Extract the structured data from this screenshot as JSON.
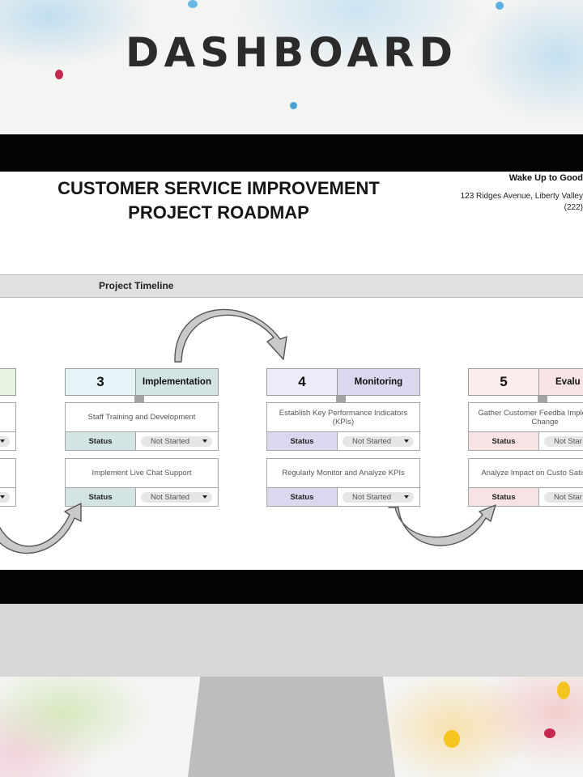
{
  "page_title": "DASHBOARD",
  "document": {
    "title_line1": "CUSTOMER SERVICE IMPROVEMENT",
    "title_line2": "PROJECT ROADMAP",
    "org_name": "Wake Up to Good",
    "org_address": "123 Ridges Avenue, Liberty Valley",
    "org_phone": "(222)"
  },
  "timeline": {
    "label": "Project Timeline"
  },
  "status_label": "Status",
  "phases": [
    {
      "number": "",
      "name": "",
      "tasks": [
        {
          "text": "",
          "status": ""
        },
        {
          "text": "",
          "status": ""
        }
      ]
    },
    {
      "number": "3",
      "name": "Implementation",
      "tasks": [
        {
          "text": "Staff Training and Development",
          "status": "Not Started"
        },
        {
          "text": "Implement Live Chat Support",
          "status": "Not Started"
        }
      ]
    },
    {
      "number": "4",
      "name": "Monitoring",
      "tasks": [
        {
          "text": "Establish Key Performance Indicators (KPIs)",
          "status": "Not Started"
        },
        {
          "text": "Regularly Monitor and Analyze KPIs",
          "status": "Not Started"
        }
      ]
    },
    {
      "number": "5",
      "name": "Evalu",
      "tasks": [
        {
          "text": "Gather Customer Feedba Implemented Change",
          "status": "Not Star"
        },
        {
          "text": "Analyze Impact on Custo Satisfaction",
          "status": "Not Star"
        }
      ]
    }
  ],
  "colors": {
    "bezel": "#050505",
    "monitor_chin": "#d7d7d7",
    "stand": "#bdbdbd",
    "arrow_fill": "#c9c9c9",
    "arrow_stroke": "#555555",
    "phase_green": "#e6f4e0",
    "phase_teal": "#d3e4e4",
    "phase_purple": "#ddd6ef",
    "phase_pink": "#f7e3e3"
  }
}
